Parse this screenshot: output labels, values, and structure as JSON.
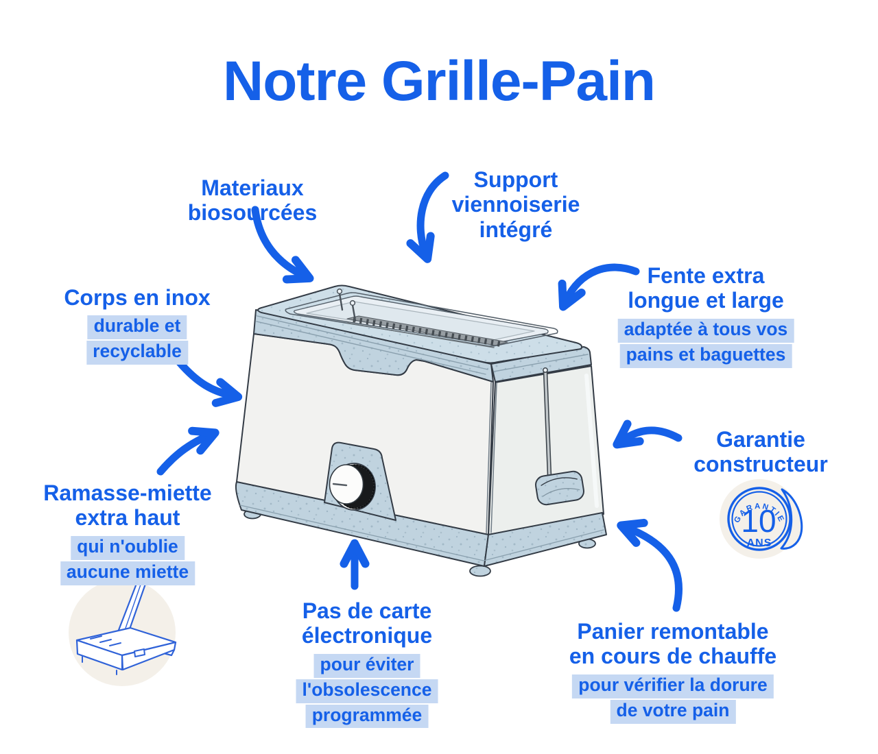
{
  "title": "Notre Grille-Pain",
  "colors": {
    "accent": "#1560e8",
    "highlight_bg": "#c5d8f3",
    "toaster_trim": "#c0d3df",
    "badge_bg": "#f4f0e9"
  },
  "callouts": {
    "materiaux": {
      "lines": [
        "Materiaux",
        "biosourcées"
      ]
    },
    "support": {
      "lines": [
        "Support",
        "viennoiserie",
        "intégré"
      ]
    },
    "fente": {
      "lines": [
        "Fente extra",
        "longue et large"
      ],
      "sub": [
        "adaptée à tous vos",
        "pains et baguettes"
      ]
    },
    "corps": {
      "lines": [
        "Corps en inox"
      ],
      "sub": [
        "durable et",
        "recyclable"
      ]
    },
    "garantie": {
      "lines": [
        "Garantie",
        "constructeur"
      ]
    },
    "ramasse": {
      "lines": [
        "Ramasse-miette",
        "extra haut"
      ],
      "sub": [
        "qui n'oublie",
        "aucune miette"
      ]
    },
    "carte": {
      "lines": [
        "Pas de carte",
        "électronique"
      ],
      "sub": [
        "pour éviter",
        "l'obsolescence",
        "programmée"
      ]
    },
    "panier": {
      "lines": [
        "Panier remontable",
        "en cours de chauffe"
      ],
      "sub": [
        "pour vérifier la dorure",
        "de votre pain"
      ]
    }
  },
  "badge": {
    "arc_text": "GARANTIE",
    "value": "10",
    "unit": "ANS"
  }
}
